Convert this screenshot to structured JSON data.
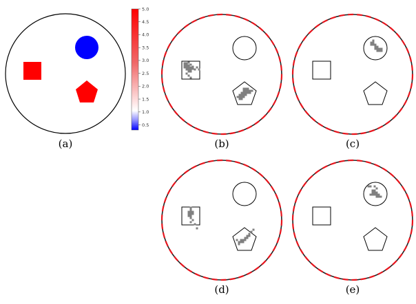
{
  "figure": {
    "panels": [
      {
        "id": "a",
        "label": "(a)",
        "type": "ground-truth"
      },
      {
        "id": "b",
        "label": "(b)",
        "type": "reconstruction",
        "highlight": [
          "square",
          "pentagon"
        ]
      },
      {
        "id": "c",
        "label": "(c)",
        "type": "reconstruction",
        "highlight": [
          "circle"
        ]
      },
      {
        "id": "d",
        "label": "(d)",
        "type": "reconstruction",
        "highlight": [
          "square",
          "pentagon"
        ]
      },
      {
        "id": "e",
        "label": "(e)",
        "type": "reconstruction",
        "highlight": [
          "circle"
        ]
      }
    ],
    "colorbar": {
      "ticks": [
        "5.0",
        "4.5",
        "4.0",
        "3.5",
        "3.0",
        "2.5",
        "2.0",
        "1.5",
        "1.0",
        "0.5"
      ],
      "tick_values": [
        5.0,
        4.5,
        4.0,
        3.5,
        3.0,
        2.5,
        2.0,
        1.5,
        1.0,
        0.5
      ],
      "range": [
        0.3,
        5.0
      ],
      "colormap": "blue-white-red"
    },
    "colors": {
      "inclusion_high": "#ff0000",
      "inclusion_low": "#0000ff",
      "boundary_dash_red": "#e8141c",
      "boundary_dash_black": "#222222",
      "reconstruction_pixels": "#808080",
      "outline": "#000000"
    }
  }
}
